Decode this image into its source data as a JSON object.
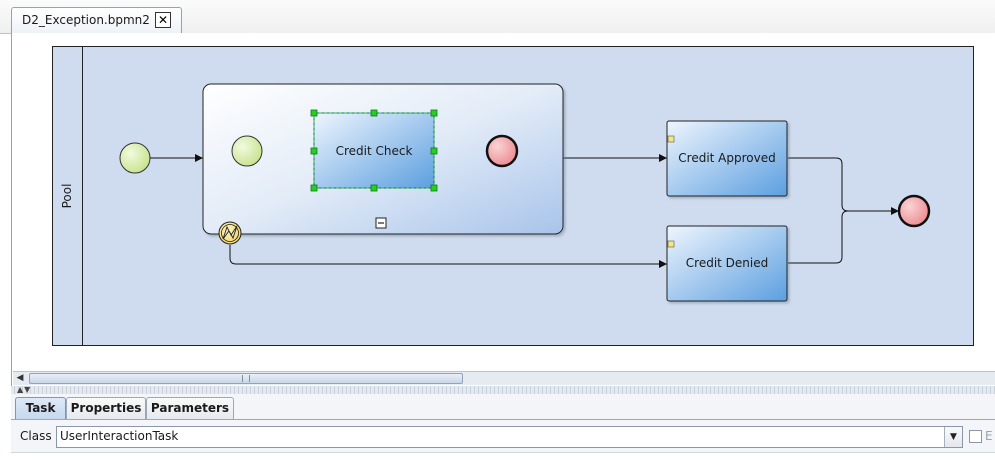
{
  "editor": {
    "tab_title": "D2_Exception.bpmn2",
    "close_glyph": "✕"
  },
  "diagram": {
    "pool_label": "Pool",
    "subprocess_collapse_glyph": "−",
    "tasks": {
      "credit_check": "Credit Check",
      "credit_approved": "Credit Approved",
      "credit_denied": "Credit Denied"
    },
    "icons": {
      "start_event": "start-event-icon",
      "end_event": "end-event-icon",
      "error_boundary": "error-boundary-event-icon",
      "task_marker": "task-marker-icon"
    },
    "colors": {
      "pool_fill": "#cfdcef",
      "start_fill": "#d6ecac",
      "end_fill": "#f3a7ab",
      "selection": "#22c322",
      "task_light": "#eaf3fc",
      "task_dark": "#5c9fe0"
    }
  },
  "scrollbar": {
    "left_arrow": "◀"
  },
  "splitter": {
    "arrows": "▲▼"
  },
  "bottom_panel": {
    "tabs": [
      "Task",
      "Properties",
      "Parameters"
    ],
    "active_tab": "Task",
    "class_label": "Class",
    "class_value": "UserInteractionTask",
    "dropdown_glyph": "▼",
    "side_label": "E"
  }
}
